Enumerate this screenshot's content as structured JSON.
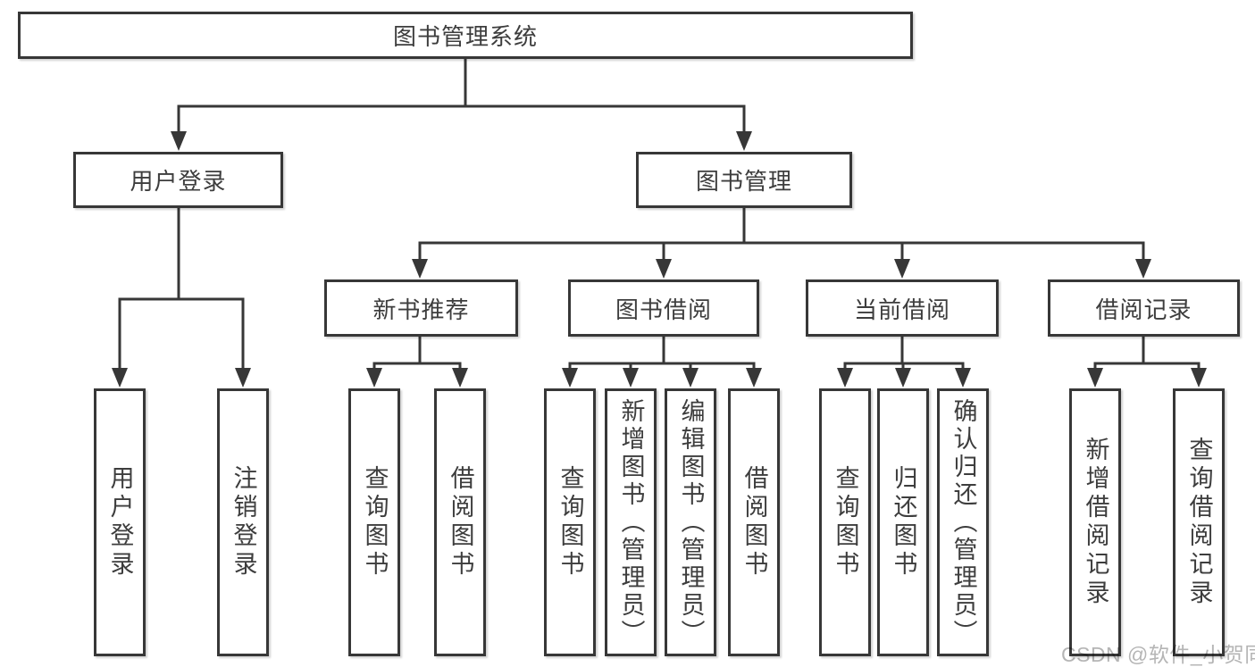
{
  "diagram": {
    "root": {
      "label": "图书管理系统"
    },
    "branches": [
      {
        "label": "用户登录",
        "children": [
          "用户登录",
          "注销登录"
        ]
      },
      {
        "label": "图书管理",
        "children": [
          {
            "label": "新书推荐",
            "children": [
              "查询图书",
              "借阅图书"
            ]
          },
          {
            "label": "图书借阅",
            "children": [
              "查询图书",
              "新增图书（管理员）",
              "编辑图书（管理员）",
              "借阅图书"
            ]
          },
          {
            "label": "当前借阅",
            "children": [
              "查询图书",
              "归还图书",
              "确认归还（管理员）"
            ]
          },
          {
            "label": "借阅记录",
            "children": [
              "新增借阅记录",
              "查询借阅记录"
            ]
          }
        ]
      }
    ]
  },
  "watermark": "CSDN @软件_小贺同学",
  "colors": {
    "line": "#373737",
    "text": "#3d3d3d",
    "watermark": "#b5b5b5",
    "background": "#ffffff"
  }
}
